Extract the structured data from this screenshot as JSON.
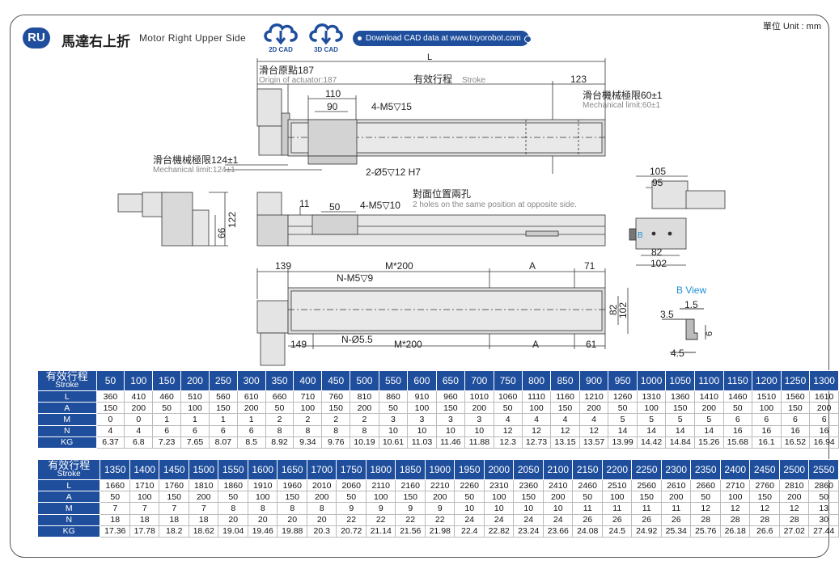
{
  "header": {
    "badge": "RU",
    "title_cn": "馬達右上折",
    "title_en": "Motor Right Upper Side",
    "cad_2d": "2D CAD",
    "cad_3d": "3D CAD",
    "download": "Download CAD data at www.toyorobot.com",
    "unit": "單位 Unit : mm"
  },
  "drawing": {
    "L": "L",
    "origin_cn": "滑台原點187",
    "origin_en": "Origin of actuator:187",
    "stroke_cn": "有效行程",
    "stroke_en": "Stroke",
    "d123": "123",
    "mech_right_cn": "滑台機械極限60±1",
    "mech_right_en": "Mechanical limit:60±1",
    "d110": "110",
    "d90": "90",
    "m5_15": "4-M5▽15",
    "mech_left_cn": "滑台機械極限124±1",
    "mech_left_en": "Mechanical limit:124±1",
    "pin": "2-Ø5▽12 H7",
    "opp_cn": "對面位置兩孔",
    "opp_en": "2 holes on the same position at opposite side.",
    "d11": "11",
    "d50": "50",
    "m5_10": "4-M5▽10",
    "d122": "122",
    "d66": "66",
    "d105": "105",
    "d95": "95",
    "d82_top": "82",
    "d102_top": "102",
    "B": "B",
    "d139": "139",
    "mstar200_top": "M*200",
    "A_top": "A",
    "d71": "71",
    "nm5_9": "N-M5▽9",
    "n55": "N-Ø5.5",
    "d149": "149",
    "mstar200_bot": "M*200",
    "A_bot": "A",
    "d61": "61",
    "d82_side": "82",
    "d102_side": "102",
    "bview": "B View",
    "d1_5": "1.5",
    "d3_5": "3.5",
    "d6": "6",
    "d4_5": "4.5"
  },
  "table1": {
    "corner_cn": "有效行程",
    "corner_en": "Stroke",
    "strokes": [
      "50",
      "100",
      "150",
      "200",
      "250",
      "300",
      "350",
      "400",
      "450",
      "500",
      "550",
      "600",
      "650",
      "700",
      "750",
      "800",
      "850",
      "900",
      "950",
      "1000",
      "1050",
      "1100",
      "1150",
      "1200",
      "1250",
      "1300"
    ],
    "rows": [
      {
        "label": "L",
        "values": [
          "360",
          "410",
          "460",
          "510",
          "560",
          "610",
          "660",
          "710",
          "760",
          "810",
          "860",
          "910",
          "960",
          "1010",
          "1060",
          "1110",
          "1160",
          "1210",
          "1260",
          "1310",
          "1360",
          "1410",
          "1460",
          "1510",
          "1560",
          "1610"
        ]
      },
      {
        "label": "A",
        "values": [
          "150",
          "200",
          "50",
          "100",
          "150",
          "200",
          "50",
          "100",
          "150",
          "200",
          "50",
          "100",
          "150",
          "200",
          "50",
          "100",
          "150",
          "200",
          "50",
          "100",
          "150",
          "200",
          "50",
          "100",
          "150",
          "200"
        ]
      },
      {
        "label": "M",
        "values": [
          "0",
          "0",
          "1",
          "1",
          "1",
          "1",
          "2",
          "2",
          "2",
          "2",
          "3",
          "3",
          "3",
          "3",
          "4",
          "4",
          "4",
          "4",
          "5",
          "5",
          "5",
          "5",
          "6",
          "6",
          "6",
          "6"
        ]
      },
      {
        "label": "N",
        "values": [
          "4",
          "4",
          "6",
          "6",
          "6",
          "6",
          "8",
          "8",
          "8",
          "8",
          "10",
          "10",
          "10",
          "10",
          "12",
          "12",
          "12",
          "12",
          "14",
          "14",
          "14",
          "14",
          "16",
          "16",
          "16",
          "16"
        ]
      },
      {
        "label": "KG",
        "values": [
          "6.37",
          "6.8",
          "7.23",
          "7.65",
          "8.07",
          "8.5",
          "8.92",
          "9.34",
          "9.76",
          "10.19",
          "10.61",
          "11.03",
          "11.46",
          "11.88",
          "12.3",
          "12.73",
          "13.15",
          "13.57",
          "13.99",
          "14.42",
          "14.84",
          "15.26",
          "15.68",
          "16.1",
          "16.52",
          "16.94"
        ]
      }
    ]
  },
  "table2": {
    "corner_cn": "有效行程",
    "corner_en": "Stroke",
    "strokes": [
      "1350",
      "1400",
      "1450",
      "1500",
      "1550",
      "1600",
      "1650",
      "1700",
      "1750",
      "1800",
      "1850",
      "1900",
      "1950",
      "2000",
      "2050",
      "2100",
      "2150",
      "2200",
      "2250",
      "2300",
      "2350",
      "2400",
      "2450",
      "2500",
      "2550"
    ],
    "rows": [
      {
        "label": "L",
        "values": [
          "1660",
          "1710",
          "1760",
          "1810",
          "1860",
          "1910",
          "1960",
          "2010",
          "2060",
          "2110",
          "2160",
          "2210",
          "2260",
          "2310",
          "2360",
          "2410",
          "2460",
          "2510",
          "2560",
          "2610",
          "2660",
          "2710",
          "2760",
          "2810",
          "2860"
        ]
      },
      {
        "label": "A",
        "values": [
          "50",
          "100",
          "150",
          "200",
          "50",
          "100",
          "150",
          "200",
          "50",
          "100",
          "150",
          "200",
          "50",
          "100",
          "150",
          "200",
          "50",
          "100",
          "150",
          "200",
          "50",
          "100",
          "150",
          "200",
          "50"
        ]
      },
      {
        "label": "M",
        "values": [
          "7",
          "7",
          "7",
          "7",
          "8",
          "8",
          "8",
          "8",
          "9",
          "9",
          "9",
          "9",
          "10",
          "10",
          "10",
          "10",
          "11",
          "11",
          "11",
          "11",
          "12",
          "12",
          "12",
          "12",
          "13"
        ]
      },
      {
        "label": "N",
        "values": [
          "18",
          "18",
          "18",
          "18",
          "20",
          "20",
          "20",
          "20",
          "22",
          "22",
          "22",
          "22",
          "24",
          "24",
          "24",
          "24",
          "26",
          "26",
          "26",
          "26",
          "28",
          "28",
          "28",
          "28",
          "30"
        ]
      },
      {
        "label": "KG",
        "values": [
          "17.36",
          "17.78",
          "18.2",
          "18.62",
          "19.04",
          "19.46",
          "19.88",
          "20.3",
          "20.72",
          "21.14",
          "21.56",
          "21.98",
          "22.4",
          "22.82",
          "23.24",
          "23.66",
          "24.08",
          "24.5",
          "24.92",
          "25.34",
          "25.76",
          "26.18",
          "26.6",
          "27.02",
          "27.44"
        ]
      }
    ]
  }
}
